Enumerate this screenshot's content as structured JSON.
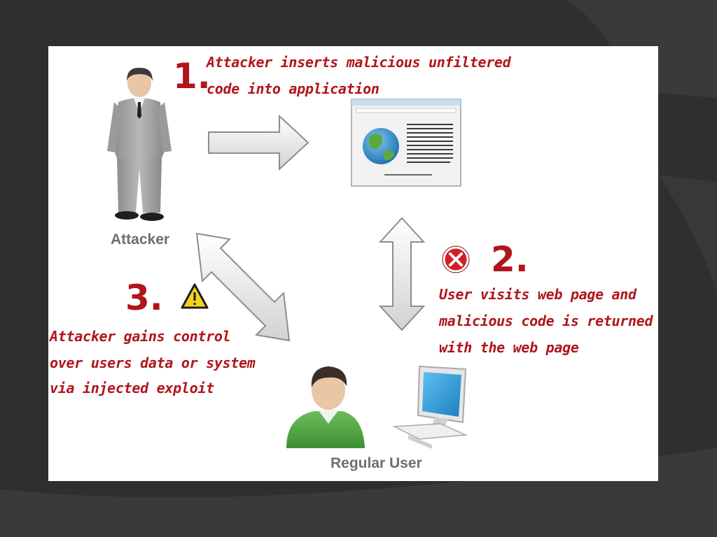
{
  "steps": [
    {
      "number": "1.",
      "lines": [
        "Attacker inserts malicious unfiltered",
        "code into application"
      ]
    },
    {
      "number": "2.",
      "lines": [
        "User visits web page and",
        "malicious code is returned",
        "with the web page"
      ]
    },
    {
      "number": "3.",
      "lines": [
        "Attacker gains control",
        "over users data or system",
        "via injected exploit"
      ]
    }
  ],
  "actors": {
    "attacker": "Attacker",
    "regular_user": "Regular User"
  },
  "icons": {
    "step1": "attacker-figure-icon",
    "app": "web-application-window-icon",
    "step2": "error-x-icon",
    "step3": "warning-triangle-icon",
    "user": "regular-user-icon",
    "computer": "desktop-computer-icon"
  },
  "colors": {
    "handwriting": "#b0151b",
    "error_badge": "#d21f26",
    "warning_badge": "#f2d31b",
    "background": "#2f2f2f"
  }
}
